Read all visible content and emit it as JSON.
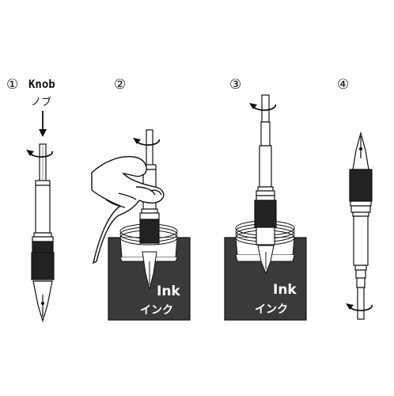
{
  "steps": [
    {
      "number": "①"
    },
    {
      "number": "②"
    },
    {
      "number": "③"
    },
    {
      "number": "④"
    }
  ],
  "knob": {
    "label_en": "Knob",
    "label_jp": "ノブ"
  },
  "bottles": [
    {
      "label_en": "Ink",
      "label_jp": "インク"
    },
    {
      "label_en": "Ink",
      "label_jp": "インク"
    }
  ],
  "colors": {
    "ink": "#3a3a3a",
    "line": "#111111",
    "barrel": "#ffffff",
    "grip": "#222222"
  },
  "icons": [
    "rotation-arrow-icon",
    "down-arrow-icon",
    "hand-icon",
    "nib-icon"
  ]
}
